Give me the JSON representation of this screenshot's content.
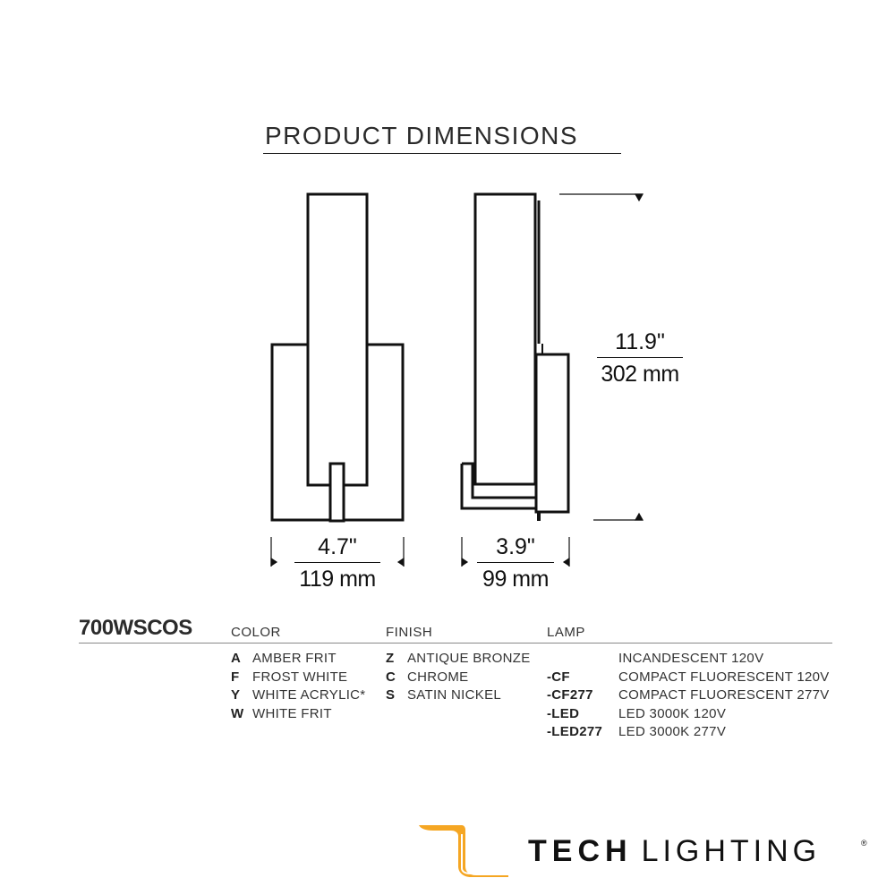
{
  "title": "PRODUCT DIMENSIONS",
  "dimensions": {
    "height": {
      "in": "11.9\"",
      "mm": "302 mm"
    },
    "width": {
      "in": "4.7\"",
      "mm": "119 mm"
    },
    "depth": {
      "in": "3.9\"",
      "mm": "99 mm"
    }
  },
  "spec": {
    "model": "700WSCOS",
    "headers": {
      "color": "COLOR",
      "finish": "FINISH",
      "lamp": "LAMP"
    },
    "color": [
      {
        "code": "A",
        "label": "AMBER FRIT"
      },
      {
        "code": "F",
        "label": "FROST WHITE"
      },
      {
        "code": "Y",
        "label": "WHITE ACRYLIC*"
      },
      {
        "code": "W",
        "label": "WHITE FRIT"
      }
    ],
    "finish": [
      {
        "code": "Z",
        "label": "ANTIQUE BRONZE"
      },
      {
        "code": "C",
        "label": "CHROME"
      },
      {
        "code": "S",
        "label": "SATIN NICKEL"
      }
    ],
    "lamp": [
      {
        "code": "",
        "label": "INCANDESCENT 120V"
      },
      {
        "code": "-CF",
        "label": "COMPACT FLUORESCENT 120V"
      },
      {
        "code": "-CF277",
        "label": "COMPACT FLUORESCENT 277V"
      },
      {
        "code": "-LED",
        "label": "LED 3000K 120V"
      },
      {
        "code": "-LED277",
        "label": "LED 3000K 277V"
      }
    ]
  },
  "brand": {
    "word1": "TECH",
    "word2": "LIGHTING",
    "reg": "®",
    "accent": "#f5a623"
  }
}
